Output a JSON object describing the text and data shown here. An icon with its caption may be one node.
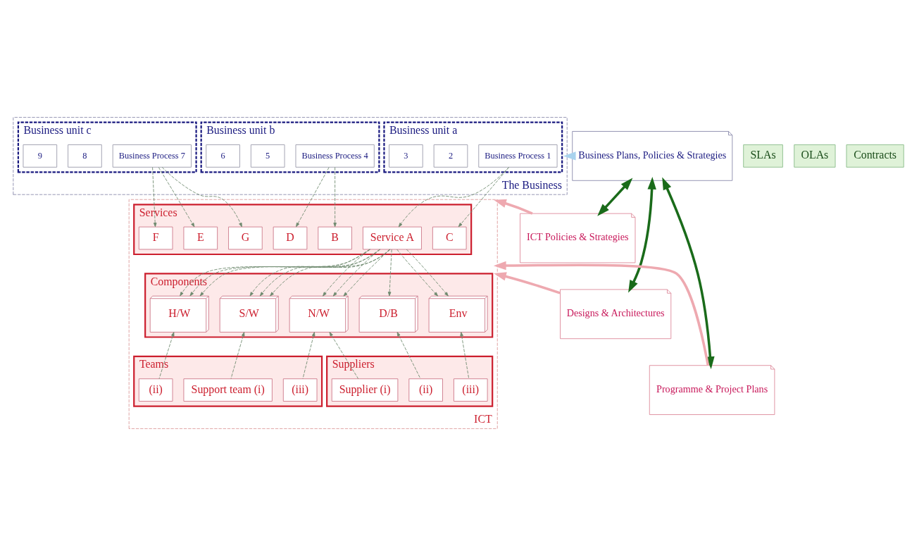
{
  "diagram": {
    "nodes": [
      {
        "text": [
          "The Business"
        ]
      },
      {
        "text": [
          "Business unit a"
        ],
        "in": 0
      },
      {
        "text": [
          "Business Process 1"
        ],
        "in": 1
      },
      {
        "text": [
          "2"
        ],
        "in": 1
      },
      {
        "text": [
          "3"
        ],
        "in": 1
      },
      {
        "text": [
          "Business unit b"
        ],
        "in": 0
      },
      {
        "text": [
          "Business Process 4"
        ],
        "in": 5
      },
      {
        "text": [
          "5"
        ],
        "in": 5
      },
      {
        "text": [
          "6"
        ],
        "in": 5
      },
      {
        "text": [
          "Business unit c"
        ],
        "in": 0
      },
      {
        "text": [
          "Business Process 7"
        ],
        "in": 9
      },
      {
        "text": [
          "8"
        ],
        "in": 9
      },
      {
        "text": [
          "9"
        ],
        "in": 9
      },
      {
        "text": [
          "ICT"
        ]
      },
      {
        "text": [
          "Services"
        ],
        "in": 13
      },
      {
        "text": [
          "Service A"
        ],
        "in": 14
      },
      {
        "text": [
          "B"
        ],
        "in": 14
      },
      {
        "text": [
          "C"
        ],
        "in": 14
      },
      {
        "text": [
          "D"
        ],
        "in": 14
      },
      {
        "text": [
          "E"
        ],
        "in": 14
      },
      {
        "text": [
          "F"
        ],
        "in": 14
      },
      {
        "text": [
          "G"
        ],
        "in": 14
      },
      {
        "text": [
          "SLAs"
        ]
      },
      {
        "text": [
          "Components"
        ],
        "in": 13
      },
      {
        "text": [
          "S/W"
        ],
        "in": 23
      },
      {
        "text": [
          "H/W"
        ],
        "in": 23
      },
      {
        "text": [
          "N/W"
        ],
        "in": 23
      },
      {
        "text": [
          "D/B"
        ],
        "in": 23
      },
      {
        "text": [
          "Env"
        ],
        "in": 23
      },
      {
        "text": [
          "OLAs"
        ]
      },
      {
        "text": [
          "Contracts"
        ]
      },
      {
        "text": [
          "Teams"
        ],
        "in": 13
      },
      {
        "text": [
          "Support team (i)"
        ],
        "in": 31
      },
      {
        "text": [
          "(ii)"
        ],
        "in": 31
      },
      {
        "text": [
          "(iii)"
        ],
        "in": 31
      },
      {
        "text": [
          "Suppliers"
        ],
        "in": 13
      },
      {
        "text": [
          "Supplier (i)"
        ],
        "in": 35
      },
      {
        "text": [
          "(ii)"
        ],
        "in": 35
      },
      {
        "text": [
          "(iii)"
        ],
        "in": 35
      },
      {
        "text": [
          "Business Plans, Policies & Strategies"
        ]
      },
      {
        "text": [
          "ICT Policies & Strategies"
        ]
      },
      {
        "text": [
          "Designs & Architectures"
        ]
      },
      {
        "text": [
          "Programme & Project Plans"
        ]
      }
    ],
    "edges": [
      {
        "from": 2,
        "to": 15,
        "arrow": "to",
        "style": "dashed"
      },
      {
        "from": 2,
        "to": 17,
        "arrow": "to",
        "style": "dashed"
      },
      {
        "from": 6,
        "to": 16,
        "arrow": "to",
        "style": "dashed"
      },
      {
        "from": 6,
        "to": 18,
        "arrow": "to",
        "style": "dashed"
      },
      {
        "from": 10,
        "to": 19,
        "arrow": "to",
        "style": "dashed"
      },
      {
        "from": 10,
        "to": 20,
        "arrow": "to",
        "style": "dashed"
      },
      {
        "from": 10,
        "to": 21,
        "arrow": "to",
        "style": "dashed"
      },
      {
        "from": 15,
        "to": 24,
        "arrow": "to",
        "style": "dashed"
      },
      {
        "from": 15,
        "to": 24,
        "arrow": "to",
        "style": "dashed"
      },
      {
        "from": 15,
        "to": 24,
        "arrow": "to",
        "style": "dashed"
      },
      {
        "from": 15,
        "to": 25,
        "arrow": "to",
        "style": "dashed"
      },
      {
        "from": 15,
        "to": 25,
        "arrow": "to",
        "style": "dashed"
      },
      {
        "from": 15,
        "to": 25,
        "arrow": "to",
        "style": "dashed"
      },
      {
        "from": 15,
        "to": 26,
        "arrow": "to",
        "style": "dashed"
      },
      {
        "from": 15,
        "to": 26,
        "arrow": "to",
        "style": "dashed"
      },
      {
        "from": 15,
        "to": 26,
        "arrow": "to",
        "style": "dashed"
      },
      {
        "from": 15,
        "to": 27,
        "arrow": "to",
        "style": "dashed"
      },
      {
        "from": 15,
        "to": 28,
        "arrow": "to",
        "style": "dashed"
      },
      {
        "from": 15,
        "to": 28,
        "arrow": "to",
        "style": "dashed"
      },
      {
        "from": 32,
        "to": 24,
        "arrow": "to",
        "style": "dashed"
      },
      {
        "from": 33,
        "to": 25,
        "arrow": "to",
        "style": "dashed"
      },
      {
        "from": 34,
        "to": 26,
        "arrow": "to",
        "style": "dashed"
      },
      {
        "from": 36,
        "to": 26,
        "arrow": "to",
        "style": "dashed"
      },
      {
        "from": 37,
        "to": 27,
        "arrow": "to",
        "style": "dashed"
      },
      {
        "from": 38,
        "to": 28,
        "arrow": "to",
        "style": "dashed"
      },
      {
        "from": 39,
        "to": 0,
        "arrow": "to",
        "style": "thick",
        "color": "#a9d3ee"
      },
      {
        "from": 40,
        "to": 13,
        "arrow": "to",
        "style": "thick",
        "color": "#eea9b0"
      },
      {
        "from": 41,
        "to": 13,
        "arrow": "to",
        "style": "thick",
        "color": "#eea9b0"
      },
      {
        "from": 42,
        "to": 13,
        "arrow": "to",
        "style": "thick",
        "color": "#eea9b0"
      },
      {
        "from": 39,
        "to": 40,
        "arrow": "both",
        "style": "thick",
        "color": "#1a6b1a"
      },
      {
        "from": 39,
        "to": 41,
        "arrow": "both",
        "style": "thick",
        "color": "#1a6b1a"
      },
      {
        "from": 39,
        "to": 42,
        "arrow": "both",
        "style": "thick",
        "color": "#1a6b1a"
      }
    ]
  }
}
